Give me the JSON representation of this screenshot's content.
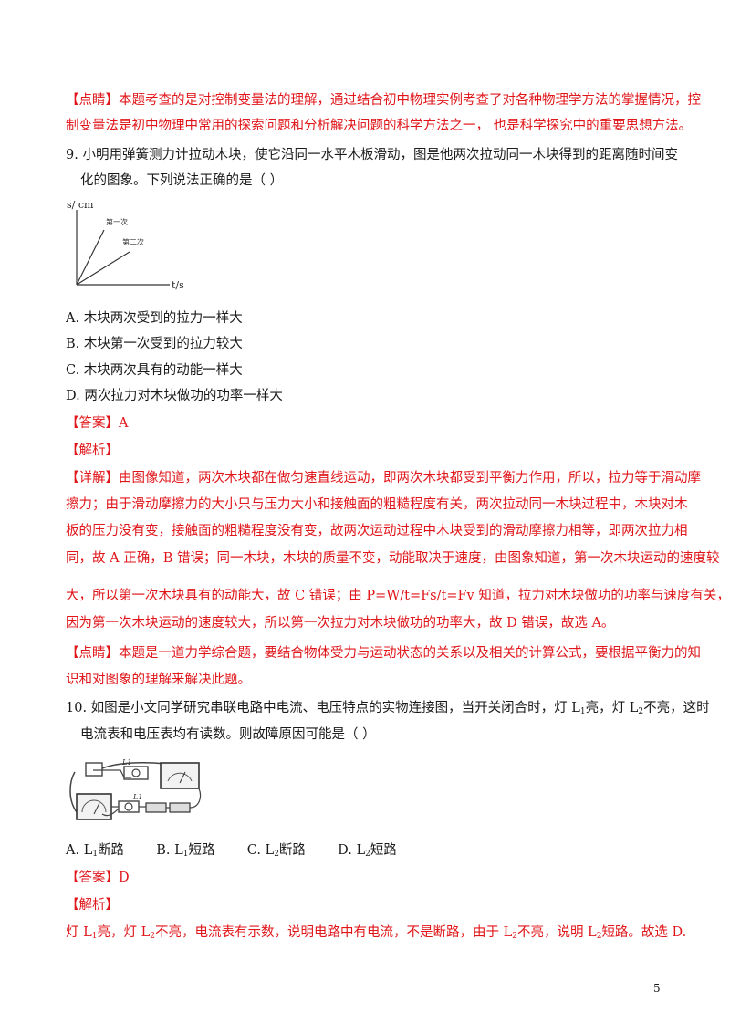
{
  "q8_comment": {
    "line1": "【点睛】本题考查的是对控制变量法的理解，通过结合初中物理实例考查了对各种物理学方法的掌握情况，控",
    "line2": "制变量法是初中物理中常用的探索问题和分析解决问题的科学方法之一，  也是科学探究中的重要思想方法。"
  },
  "q9": {
    "stem_line1": "9.  小明用弹簧测力计拉动木块，使它沿同一水平木板滑动，图是他两次拉动同一木块得到的距离随时间变",
    "stem_line2": "化的图象。下列说法正确的是（        ）",
    "graph": {
      "y_axis": "s/ cm",
      "x_axis": "t/s",
      "line1_label": "第一次",
      "line2_label": "第二次"
    },
    "options": [
      "A.  木块两次受到的拉力一样大",
      "B.  木块第一次受到的拉力较大",
      "C.  木块两次具有的动能一样大",
      "D.  两次拉力对木块做功的功率一样大"
    ],
    "answer": "【答案】A",
    "analysis_title": "【解析】",
    "detail": [
      "【详解】由图像知道，两次木块都在做匀速直线运动，即两次木块都受到平衡力作用，所以，拉力等于滑动摩",
      "擦力；由于滑动摩擦力的大小只与压力大小和接触面的粗糙程度有关，两次拉动同一木块过程中，木块对木",
      "板的压力没有变，接触面的粗糙程度没有变，故两次运动过程中木块受到的滑动摩擦力相等，即两次拉力相",
      "同，故 A 正确，B 错误；同一木块，木块的质量不变，动能取决于速度，由图象知道，第一次木块运动的速度较",
      "大，所以第一次木块具有的动能大，故 C 错误；由 P=W/t=Fs/t=Fv 知道，拉力对木块做功的功率与速度有关，",
      "因为第一次木块运动的速度较大，所以第一次拉力对木块做功的功率大，故 D 错误，故选 A。"
    ],
    "comment": [
      "【点睛】本题是一道力学综合题，要结合物体受力与运动状态的关系以及相关的计算公式，要根据平衡力的知",
      "识和对图象的理解来解决此题。"
    ]
  },
  "q10": {
    "stem_line1_a": "10.  如图是小文同学研究串联电路中电流、电压特点的实物连接图，当开关闭合时，灯 L",
    "sub1": "1",
    "stem_line1_b": "亮，灯 L",
    "sub2": "2",
    "stem_line1_c": "不亮，这时",
    "stem_line2": "电流表和电压表均有读数。则故障原因可能是（        ）",
    "circuit": {
      "lamp_top": "L1",
      "lamp_bottom": "L1"
    },
    "options": [
      {
        "prefix": "A.  L",
        "sub": "1",
        "text": "断路"
      },
      {
        "prefix": "B.  L",
        "sub": "1",
        "text": "短路"
      },
      {
        "prefix": "C.  L",
        "sub": "2",
        "text": "断路"
      },
      {
        "prefix": "D.  L",
        "sub": "2",
        "text": "短路"
      }
    ],
    "answer": "【答案】D",
    "analysis_title": "【解析】",
    "analysis": {
      "p1": "灯 L",
      "s1": "1",
      "p2": "亮，灯 L",
      "s2": "2",
      "p3": "不亮，电流表有示数，说明电路中有电流，不是断路，由于 L",
      "s3": "2",
      "p4": "不亮，说明 L",
      "s4": "2",
      "p5": "短路。故选 D."
    }
  },
  "page_number": "5"
}
